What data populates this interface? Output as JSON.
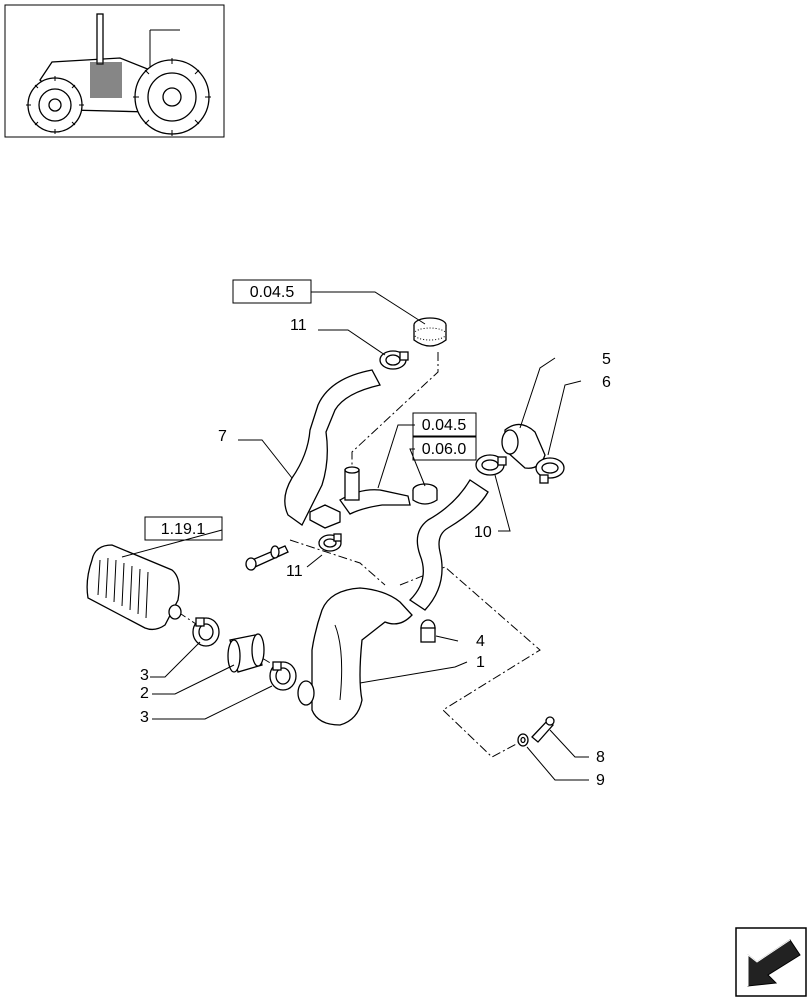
{
  "refs": {
    "r1": "0.04.5",
    "r2": "0.04.5",
    "r3": "0.06.0",
    "r4": "1.19.1"
  },
  "callouts": {
    "c11a": "11",
    "c11b": "11",
    "c7": "7",
    "c5": "5",
    "c6": "6",
    "c10": "10",
    "c4": "4",
    "c1": "1",
    "c3a": "3",
    "c2": "2",
    "c3b": "3",
    "c8": "8",
    "c9": "9"
  },
  "icons": {
    "thumbnail": "tractor-thumbnail",
    "nav": "next-page-arrow-icon"
  }
}
